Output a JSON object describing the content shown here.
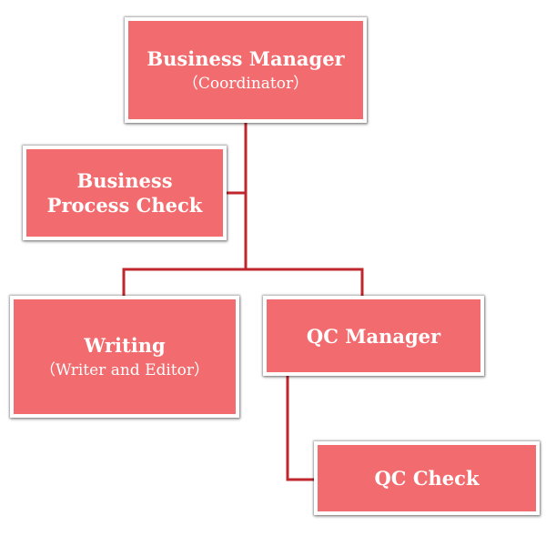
{
  "colors": {
    "node_fill": "#f26b6e",
    "connector": "#c0272d",
    "node_text": "#ffffff"
  },
  "nodes": {
    "business_manager": {
      "title": "Business Manager",
      "subtitle": "（Coordinator）"
    },
    "business_process_check": {
      "title": "Business Process Check"
    },
    "writing": {
      "title": "Writing",
      "subtitle": "（Writer and Editor）"
    },
    "qc_manager": {
      "title": "QC Manager"
    },
    "qc_check": {
      "title": "QC Check"
    }
  }
}
